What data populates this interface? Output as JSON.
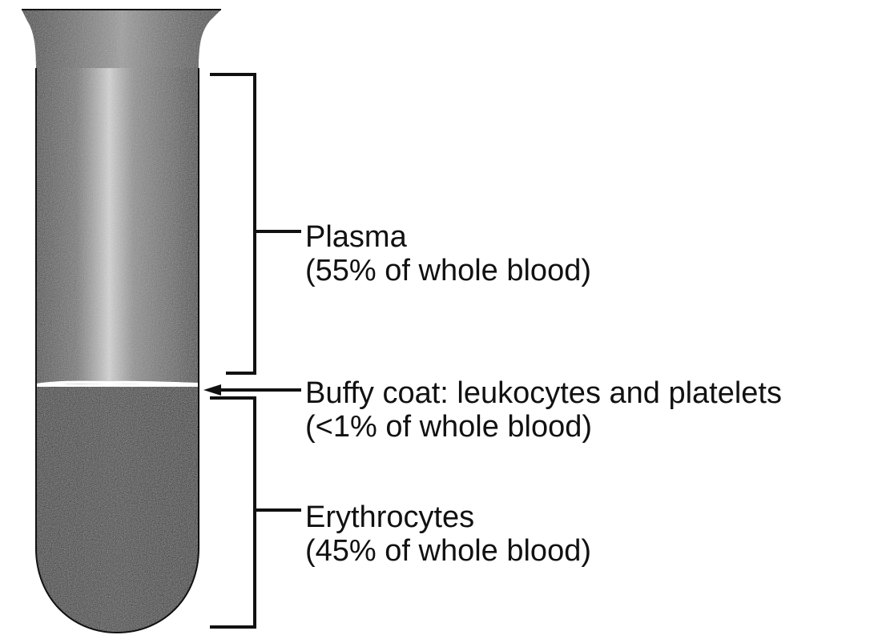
{
  "components": [
    {
      "name": "Plasma",
      "detail": "(55% of whole blood)"
    },
    {
      "name": "Buffy coat: leukocytes and platelets",
      "detail": "(<1% of whole blood)"
    },
    {
      "name": "Erythrocytes",
      "detail": "(45% of whole blood)"
    }
  ]
}
